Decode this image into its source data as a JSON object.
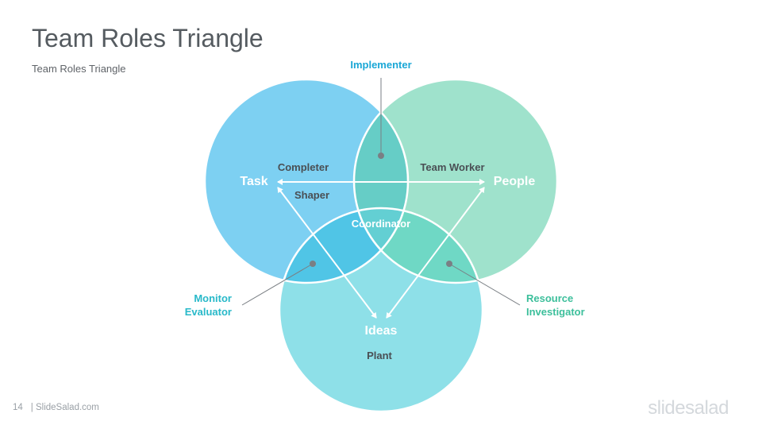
{
  "slide": {
    "title": "Team Roles Triangle",
    "subtitle": "Team Roles Triangle",
    "page_number": "14",
    "footer_text": "| SlideSalad.com",
    "brand": "slidesalad"
  },
  "diagram": {
    "circles": [
      {
        "label": "Task",
        "color": "#7dd0f2"
      },
      {
        "label": "People",
        "color": "#9fe2cc"
      },
      {
        "label": "Ideas",
        "color": "#8ee0e8"
      }
    ],
    "roles": {
      "completer": "Completer",
      "shaper": "Shaper",
      "team_worker": "Team Worker",
      "coordinator": "Coordinator",
      "plant": "Plant",
      "implementer": "Implementer",
      "monitor_line1": "Monitor",
      "monitor_line2": "Evaluator",
      "resource_line1": "Resource",
      "resource_line2": "Investigator"
    },
    "colors": {
      "implementer": "#1aa7d6",
      "monitor": "#28b9c9",
      "resource": "#3cbf9b",
      "overlap_task_people": "#66cdc6",
      "overlap_task_ideas": "#50c5e6",
      "overlap_people_ideas": "#6fd8c5",
      "center": "#63cfd3"
    }
  }
}
